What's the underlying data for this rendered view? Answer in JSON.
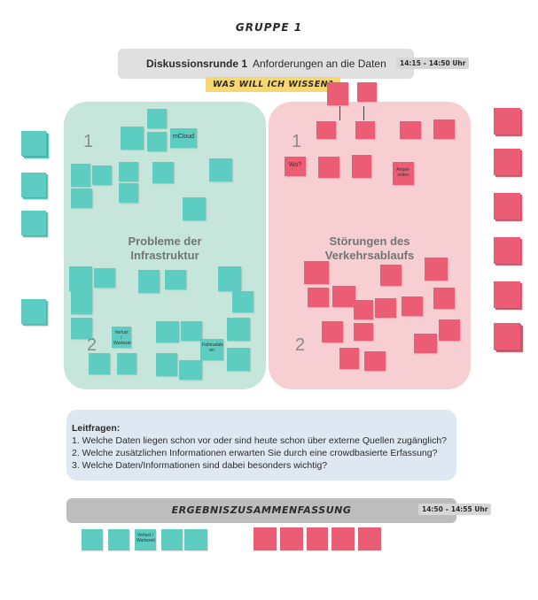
{
  "header": {
    "title": "GRUPPE 1",
    "round_label": "Diskussionsrunde 1",
    "round_subtitle": "Anforderungen an die Daten",
    "time": "14:15 – 14:50 Uhr",
    "question_tag": "WAS WILL ICH WISSEN?"
  },
  "panels": {
    "left": {
      "title_line1": "Probleme der",
      "title_line2": "Infrastruktur",
      "num1": "1",
      "num2": "2",
      "color": "#c6e6dc"
    },
    "right": {
      "title_line1": "Störungen des",
      "title_line2": "Verkehrsablaufs",
      "num1": "1",
      "num2": "2",
      "color": "#f7cfd3"
    }
  },
  "notes": {
    "mcloud": "mCloud",
    "wo": "Wo?",
    "ampelzeiten": "Ampel-zeiten",
    "verlust": "Verlust / Wartezeit",
    "fahrradabstellanlagen": "Fahrradabstellanlag en"
  },
  "guide": {
    "heading": "Leitfragen:",
    "q1": "1. Welche Daten liegen schon vor oder sind heute schon über externe Quellen zugänglich?",
    "q2": "2. Welche zusätzlichen Informationen erwarten Sie durch eine crowdbasierte Erfassung?",
    "q3": "3. Welche Daten/Informationen sind dabei besonders wichtig?"
  },
  "summary": {
    "title": "ERGEBNISZUSAMMENFASSUNG",
    "time": "14:50 – 14:55 Uhr",
    "verlust": "Verlust / Wartezeit"
  },
  "colors": {
    "teal": "#5ccdc0",
    "pink": "#ea5d74",
    "tag": "#f7d774"
  }
}
